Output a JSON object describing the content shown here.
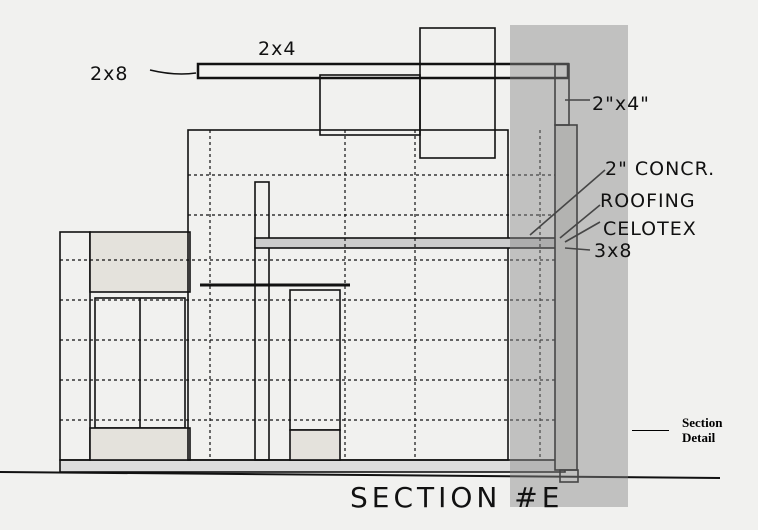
{
  "drawing": {
    "labels": {
      "top_beam": "2x4",
      "left_beam": "2x8",
      "right_stud": "2\"x4\"",
      "concrete": "2\" CONCR.",
      "roofing": "ROOFING",
      "celotex": "CELOTEX",
      "joist": "3x8"
    },
    "title": "SECTION #E",
    "caption": {
      "line1": "Section",
      "line2": "Detail"
    },
    "colors": {
      "paper": "#f1f1ef",
      "ink": "#111111",
      "highlight": "#a8a8a8"
    }
  }
}
